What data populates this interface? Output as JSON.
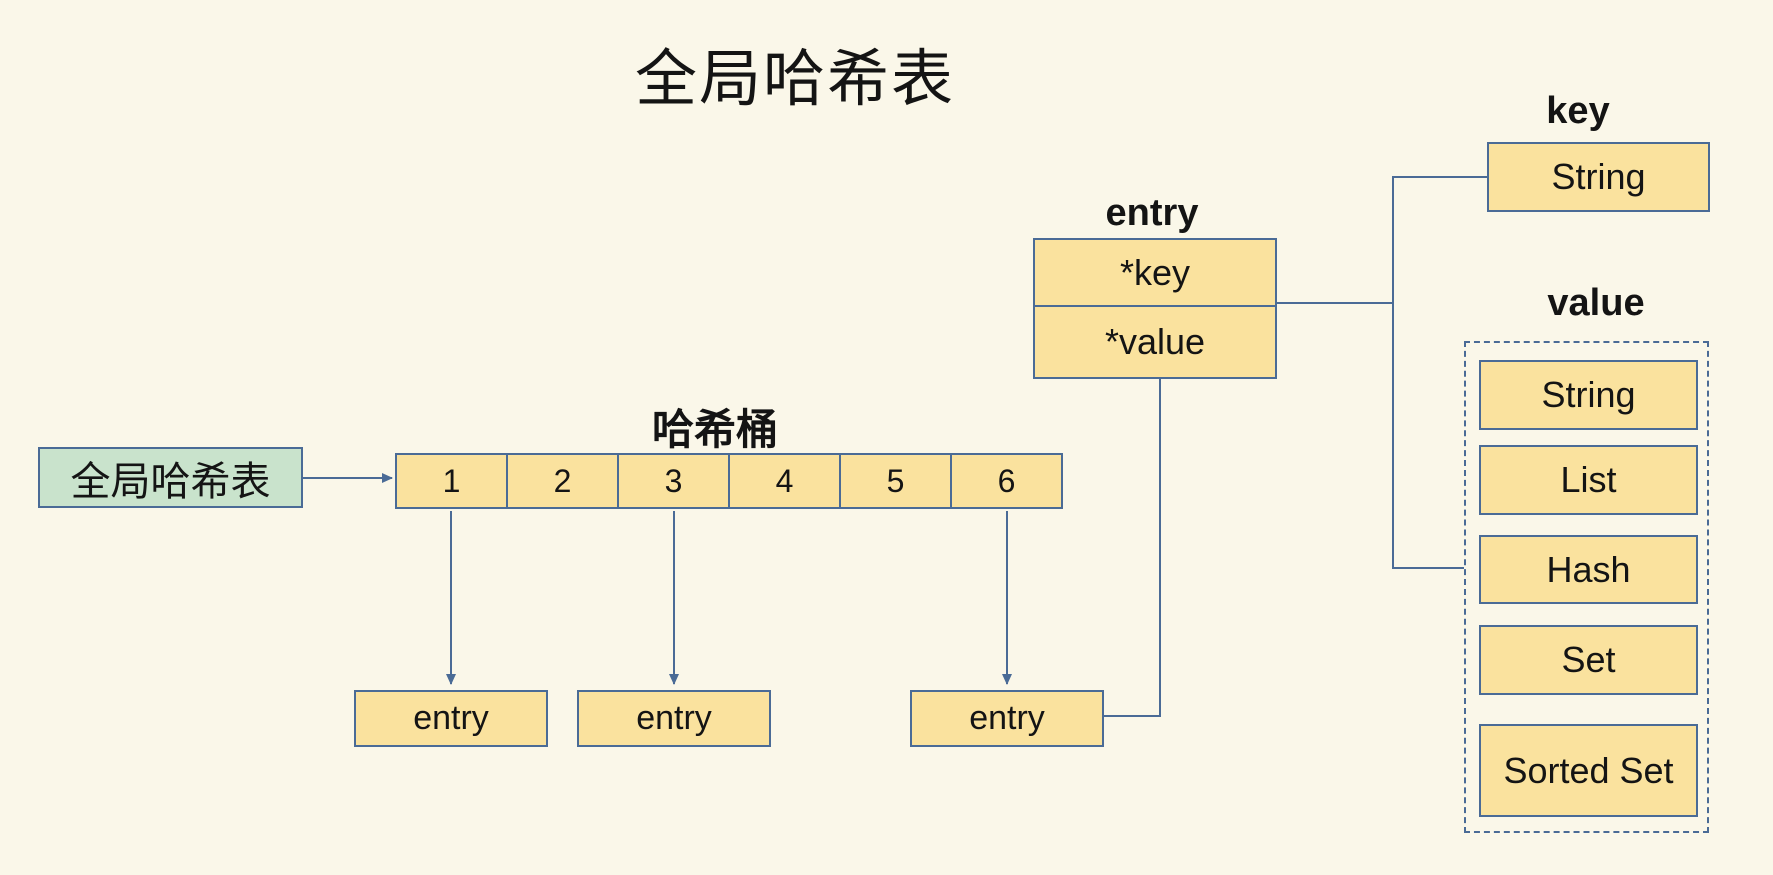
{
  "title": "全局哈希表",
  "colors": {
    "background": "#FAF7E9",
    "box_fill_yellow": "#FAE29E",
    "box_fill_green": "#C9E3CC",
    "line_and_border": "#4A6B96",
    "text": "#141414"
  },
  "global_table": {
    "label": "全局哈希表"
  },
  "bucket": {
    "label": "哈希桶",
    "cells": [
      "1",
      "2",
      "3",
      "4",
      "5",
      "6"
    ]
  },
  "bottom_entries": {
    "entry1": "entry",
    "entry2": "entry",
    "entry3": "entry"
  },
  "entry_struct": {
    "label": "entry",
    "fields": {
      "key_ptr": "*key",
      "value_ptr": "*value"
    }
  },
  "key_section": {
    "label": "key",
    "type": "String"
  },
  "value_section": {
    "label": "value",
    "types": [
      "String",
      "List",
      "Hash",
      "Set",
      "Sorted Set"
    ]
  }
}
